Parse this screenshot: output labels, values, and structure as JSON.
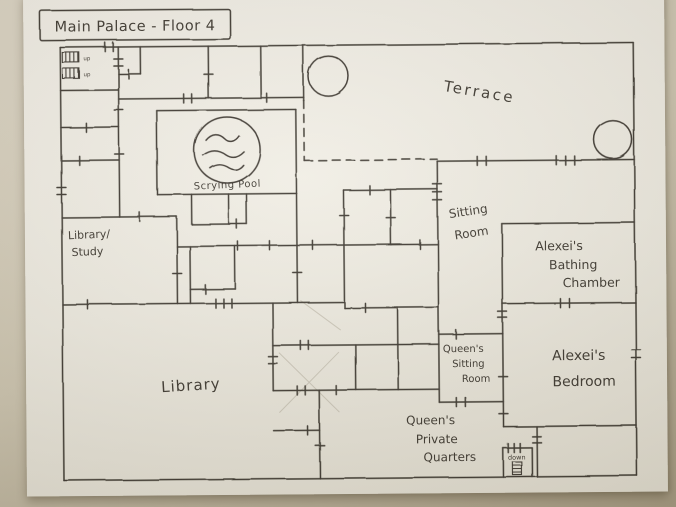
{
  "title": "Main Palace - Floor 4",
  "rooms": {
    "terrace": {
      "label": "Terrace"
    },
    "scrying_pool": {
      "label": "Scrying Pool"
    },
    "sitting_room": {
      "lines": [
        "Sitting",
        "Room"
      ]
    },
    "library_study": {
      "lines": [
        "Library/",
        "Study"
      ]
    },
    "library": {
      "label": "Library"
    },
    "alexeis_bathing_chamber": {
      "lines": [
        "Alexei's",
        "Bathing",
        "Chamber"
      ]
    },
    "alexeis_bedroom": {
      "lines": [
        "Alexei's",
        "Bedroom"
      ]
    },
    "queens_sitting_room": {
      "lines": [
        "Queen's",
        "Sitting",
        "Room"
      ]
    },
    "queens_private_quarters": {
      "lines": [
        "Queen's",
        "Private",
        "Quarters"
      ]
    }
  },
  "stairs": {
    "up_label": "up",
    "down_label": "down"
  },
  "colors": {
    "ink": "#3b362e",
    "paper": "#f1eee5",
    "table": "#cfc7b2"
  }
}
